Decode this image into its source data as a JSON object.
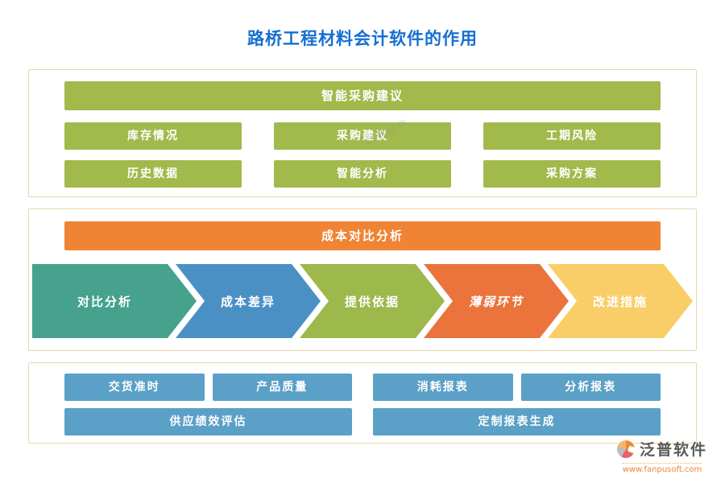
{
  "page": {
    "title": "路桥工程材料会计软件的作用"
  },
  "watermark": {
    "text": "泛普软件"
  },
  "sections": {
    "purchase": {
      "header": "智能采购建议",
      "items": [
        "库存情况",
        "采购建议",
        "工期风险",
        "历史数据",
        "智能分析",
        "采购方案"
      ]
    },
    "cost": {
      "header": "成本对比分析",
      "steps": [
        {
          "label": "对比分析",
          "color": "#46a18d"
        },
        {
          "label": "成本差异",
          "color": "#4a90c5"
        },
        {
          "label": "提供依据",
          "color": "#9db84b"
        },
        {
          "label": "薄弱环节",
          "color": "#ea743c"
        },
        {
          "label": "改进措施",
          "color": "#f9ce69"
        }
      ]
    },
    "report": {
      "row1": [
        "交货准时",
        "产品质量",
        "消耗报表",
        "分析报表"
      ],
      "row2": [
        "供应绩效评估",
        "定制报表生成"
      ]
    }
  },
  "footer": {
    "brand": "泛普软件",
    "url": "www.fanpusoft.com"
  },
  "colors": {
    "title_blue": "#156fd2",
    "green": "#a2b94c",
    "orange": "#ee8434",
    "blue": "#5ba0c6",
    "panel_border": "#e8d9a8"
  }
}
